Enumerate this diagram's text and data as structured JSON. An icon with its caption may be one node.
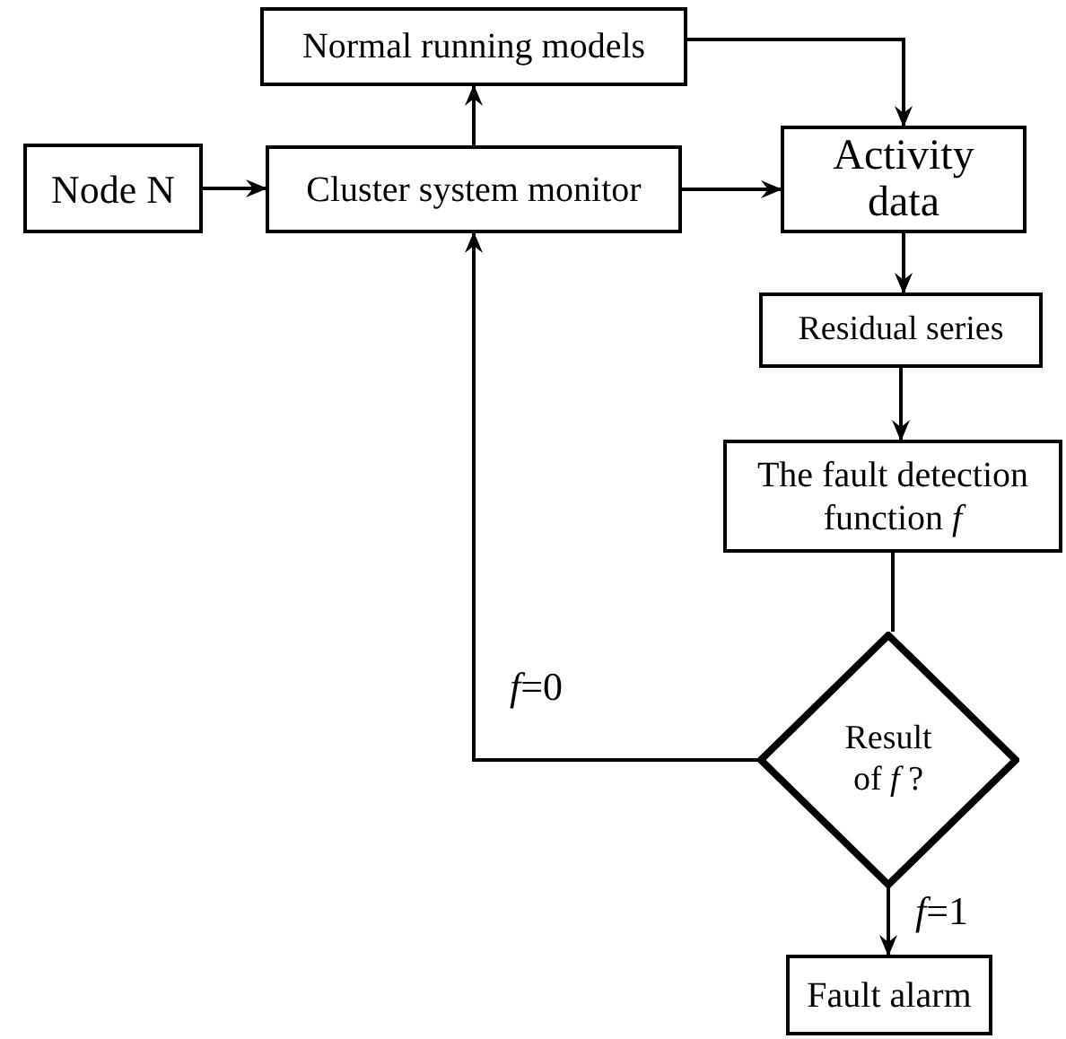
{
  "diagram": {
    "nodes": [
      {
        "text": [
          "Normal running models"
        ]
      },
      {
        "text": [
          "Node N"
        ]
      },
      {
        "text": [
          "Cluster system monitor"
        ]
      },
      {
        "text": [
          "Activity data"
        ]
      },
      {
        "text": [
          "Residual series"
        ]
      },
      {
        "text": [
          "The fault detection function *f*"
        ]
      },
      {
        "text": [
          "Result of *f* ?"
        ]
      },
      {
        "text": [
          "Fault alarm"
        ]
      }
    ],
    "edges": [
      {
        "from": 1,
        "to": 2,
        "arrow": "to"
      },
      {
        "from": 2,
        "to": 0,
        "arrow": "to"
      },
      {
        "from": 2,
        "to": 3,
        "arrow": "to"
      },
      {
        "from": 0,
        "to": 3,
        "arrow": "to"
      },
      {
        "from": 3,
        "to": 4,
        "arrow": "to"
      },
      {
        "from": 4,
        "to": 5,
        "arrow": "to"
      },
      {
        "from": 5,
        "to": 6,
        "arrow": "none"
      },
      {
        "from": 6,
        "to": 2,
        "label": "*f*=0",
        "arrow": "to"
      },
      {
        "from": 6,
        "to": 7,
        "label": "*f*=1",
        "arrow": "to"
      }
    ]
  }
}
